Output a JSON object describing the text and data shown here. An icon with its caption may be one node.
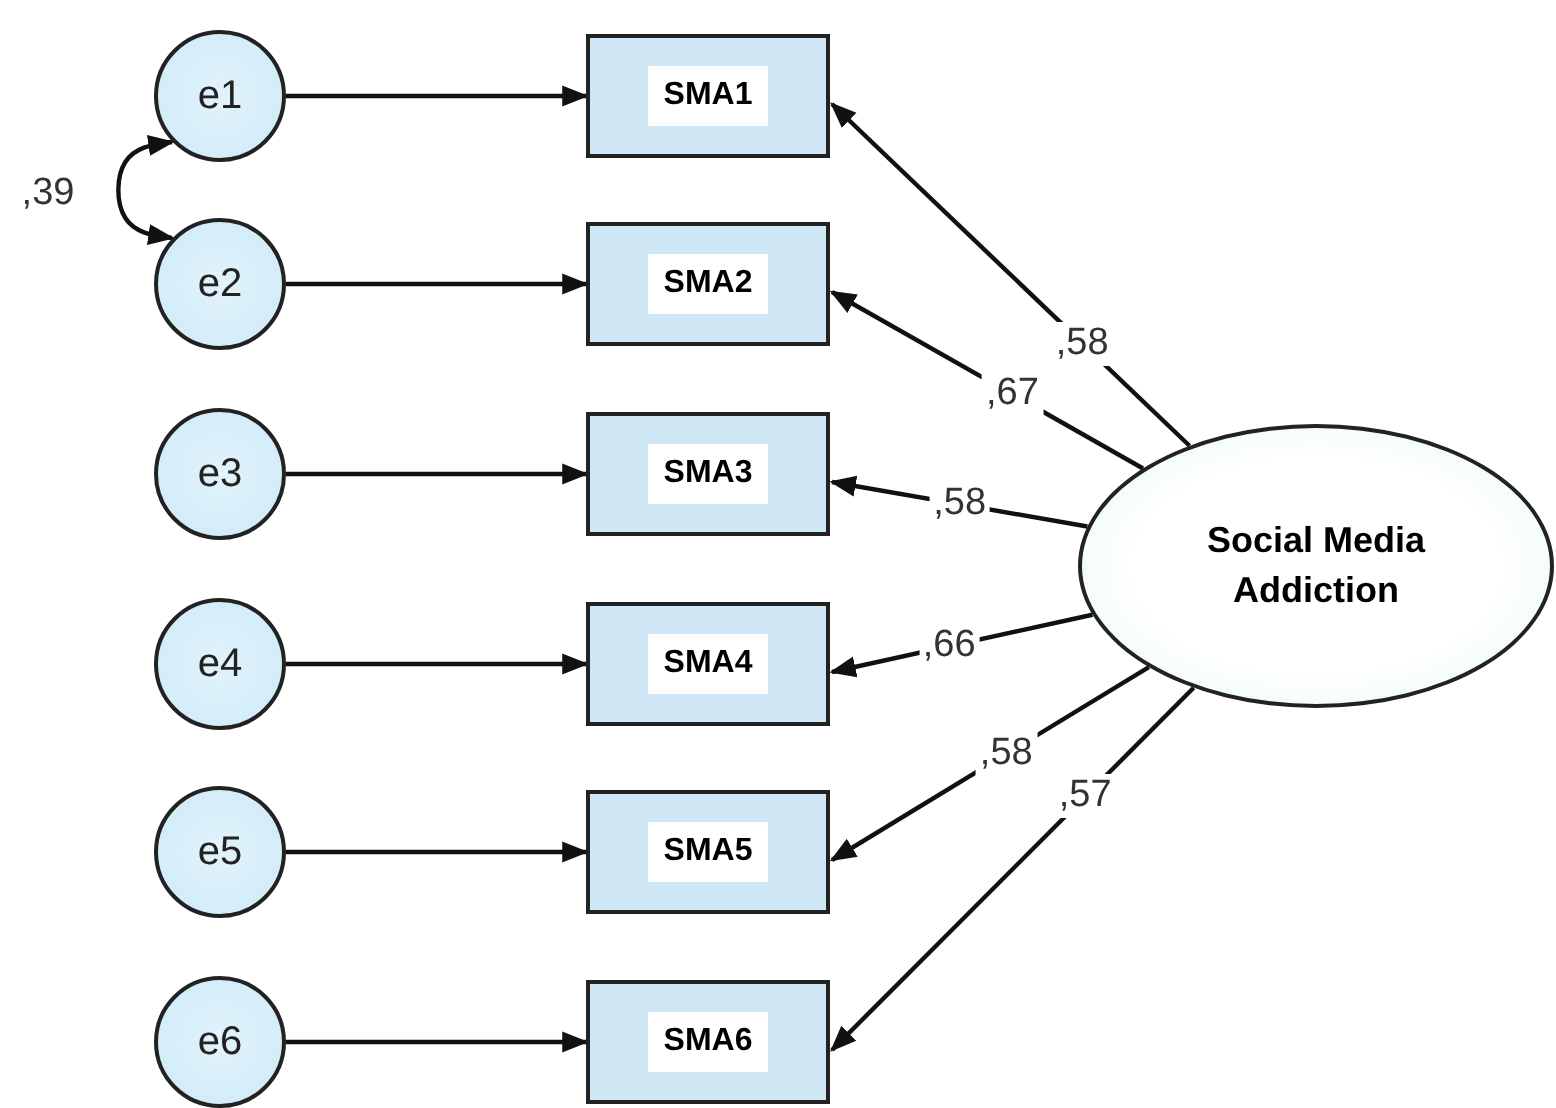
{
  "diagram": {
    "nodes": [
      {
        "text": [
          "e1"
        ]
      },
      {
        "text": [
          "e2"
        ]
      },
      {
        "text": [
          "e3"
        ]
      },
      {
        "text": [
          "e4"
        ]
      },
      {
        "text": [
          "e5"
        ]
      },
      {
        "text": [
          "e6"
        ]
      },
      {
        "text": [
          "SMA1"
        ]
      },
      {
        "text": [
          "SMA2"
        ]
      },
      {
        "text": [
          "SMA3"
        ]
      },
      {
        "text": [
          "SMA4"
        ]
      },
      {
        "text": [
          "SMA5"
        ]
      },
      {
        "text": [
          "SMA6"
        ]
      },
      {
        "text": [
          "Social Media Addiction"
        ]
      }
    ],
    "edges": [
      {
        "from": 0,
        "to": 6,
        "arrow": "to"
      },
      {
        "from": 1,
        "to": 7,
        "arrow": "to"
      },
      {
        "from": 2,
        "to": 8,
        "arrow": "to"
      },
      {
        "from": 3,
        "to": 9,
        "arrow": "to"
      },
      {
        "from": 4,
        "to": 10,
        "arrow": "to"
      },
      {
        "from": 5,
        "to": 11,
        "arrow": "to"
      },
      {
        "from": 0,
        "to": 1,
        "arrow": "both",
        "label": ",39"
      },
      {
        "from": 12,
        "to": 6,
        "arrow": "to",
        "label": ",58"
      },
      {
        "from": 12,
        "to": 7,
        "arrow": "to",
        "label": ",67"
      },
      {
        "from": 12,
        "to": 8,
        "arrow": "to",
        "label": ",58"
      },
      {
        "from": 12,
        "to": 9,
        "arrow": "to",
        "label": ",66"
      },
      {
        "from": 12,
        "to": 10,
        "arrow": "to",
        "label": ",58"
      },
      {
        "from": 12,
        "to": 11,
        "arrow": "to",
        "label": ",57"
      }
    ]
  }
}
